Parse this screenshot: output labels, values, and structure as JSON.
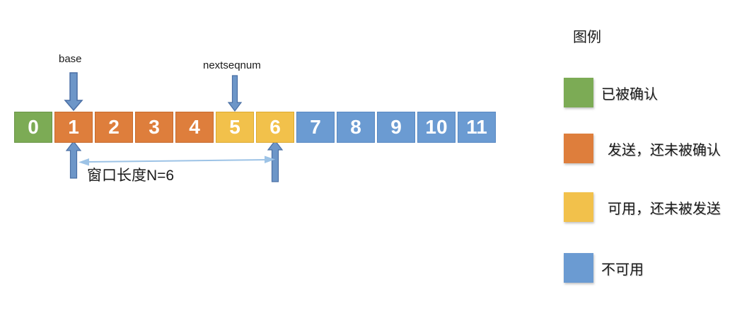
{
  "diagram": {
    "base_label": "base",
    "nextseqnum_label": "nextseqnum",
    "window_length_label": "窗口长度N=6",
    "cells": [
      {
        "value": "0",
        "state": "acked"
      },
      {
        "value": "1",
        "state": "sent"
      },
      {
        "value": "2",
        "state": "sent"
      },
      {
        "value": "3",
        "state": "sent"
      },
      {
        "value": "4",
        "state": "sent"
      },
      {
        "value": "5",
        "state": "usable"
      },
      {
        "value": "6",
        "state": "usable"
      },
      {
        "value": "7",
        "state": "unusable"
      },
      {
        "value": "8",
        "state": "unusable"
      },
      {
        "value": "9",
        "state": "unusable"
      },
      {
        "value": "10",
        "state": "unusable"
      },
      {
        "value": "11",
        "state": "unusable"
      }
    ],
    "colors": {
      "acked": "#7cab55",
      "sent": "#de7e3c",
      "usable": "#f2c14b",
      "unusable": "#6b9bd2",
      "pointer_arrow_fill": "#6d96c8",
      "pointer_arrow_border": "#4a6fa5",
      "span_line": "#9dc3e6"
    }
  },
  "legend": {
    "title": "图例",
    "items": [
      {
        "label": "已被确认",
        "state": "acked",
        "color": "#7cab55"
      },
      {
        "label": "发送，还未被确认",
        "state": "sent",
        "color": "#de7e3c"
      },
      {
        "label": "可用，还未被发送",
        "state": "usable",
        "color": "#f2c14b"
      },
      {
        "label": "不可用",
        "state": "unusable",
        "color": "#6b9bd2"
      }
    ]
  }
}
